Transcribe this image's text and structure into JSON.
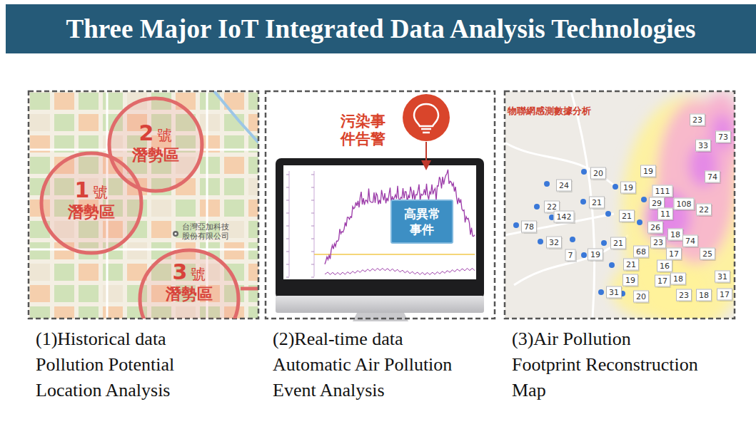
{
  "diagram": {
    "title": "Three Major IoT Integrated Data Analysis Technologies",
    "nodes": [
      {
        "text": [
          "(1)Historical data Pollution Potential Location Analysis"
        ]
      },
      {
        "text": [
          "1",
          "號",
          "潛勢區"
        ],
        "in": 0
      },
      {
        "text": [
          "2",
          "號",
          "潛勢區"
        ],
        "in": 0
      },
      {
        "text": [
          "3",
          "號",
          "潛勢區"
        ],
        "in": 0
      },
      {
        "text": [
          "(2)Real-time data Automatic Air Pollution Event Analysis"
        ]
      },
      {
        "text": [
          "高異常 事件"
        ],
        "in": 4
      },
      {
        "text": [
          "(3)Air Pollution Footprint Reconstruction Map"
        ]
      }
    ],
    "labels": [
      "台灣亞加科技 股份有限公司",
      "污染事 件告警",
      "物聯網感測數據分析",
      "23",
      "73",
      "33",
      "19",
      "74",
      "20",
      "24",
      "19",
      "111",
      "22",
      "21",
      "29",
      "108",
      "22",
      "142",
      "11",
      "21",
      "78",
      "26",
      "18",
      "32",
      "21",
      "74",
      "68",
      "23",
      "7",
      "19",
      "17",
      "25",
      "21",
      "16",
      "31",
      "19",
      "17",
      "18",
      "31",
      "20",
      "23",
      "18",
      "17"
    ]
  }
}
